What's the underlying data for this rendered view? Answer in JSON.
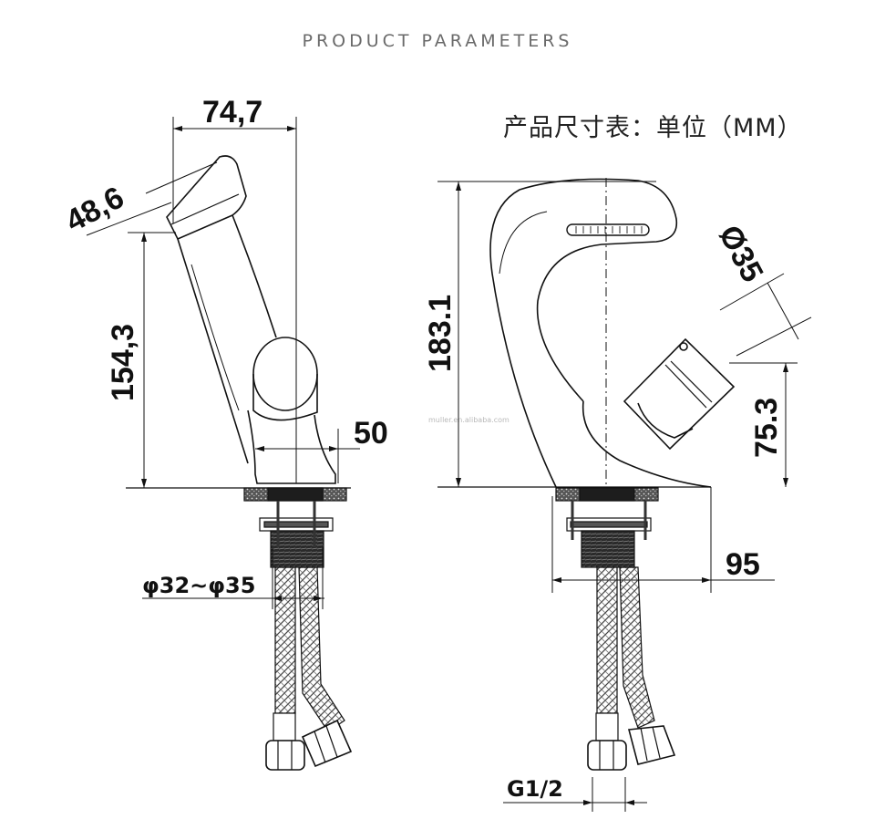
{
  "header": {
    "title": "PRODUCT PARAMETERS",
    "units": "产品尺寸表：单位（MM）"
  },
  "watermark": "muller.en.alibaba.com",
  "dimensions": {
    "spout_reach": "74,7",
    "spout_width": "48,6",
    "spout_height": "154,3",
    "body_width": "50",
    "hole_diameter": "φ32~φ35",
    "total_height": "183.1",
    "handle_diameter": "Ø35",
    "handle_height": "75.3",
    "base_diameter": "95",
    "thread": "G1/2"
  }
}
